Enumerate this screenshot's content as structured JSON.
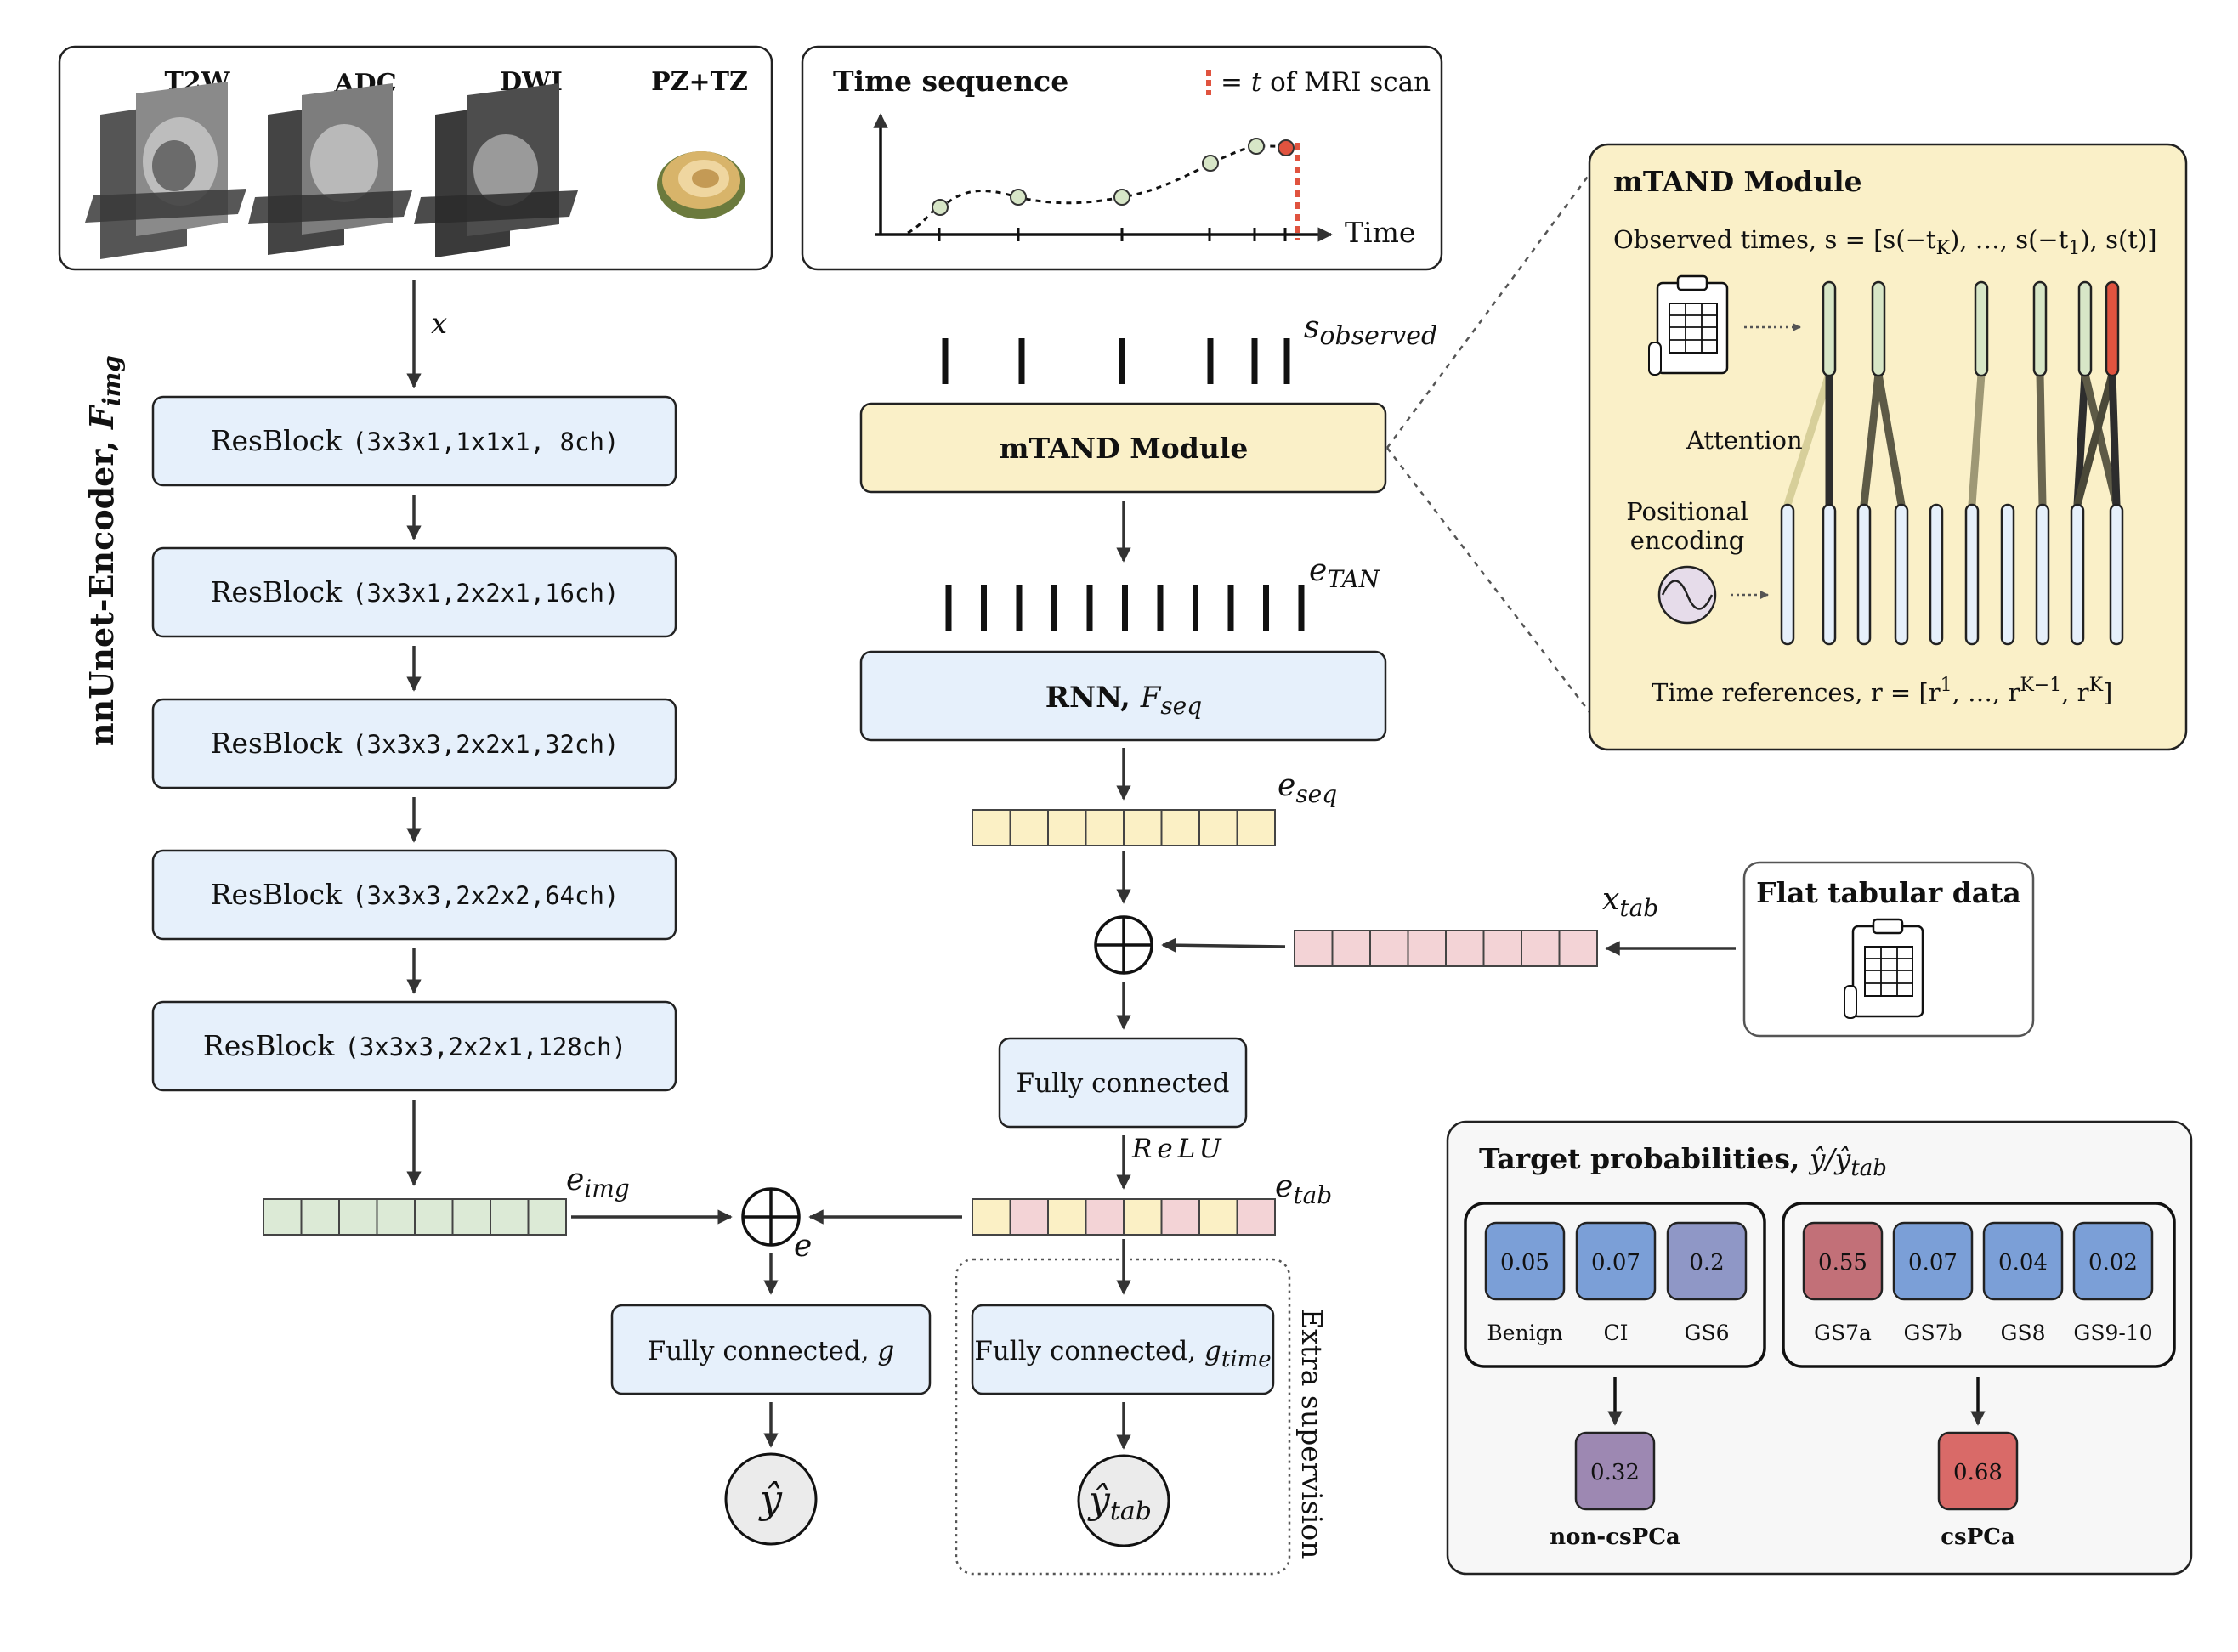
{
  "modalities": {
    "items": [
      "T2W",
      "ADC",
      "DWI",
      "PZ+TZ"
    ]
  },
  "time_panel": {
    "title": "Time sequence",
    "legend_eq": "= ",
    "legend_t": "t",
    "legend_rest": " of MRI scan",
    "axis_label": "Time"
  },
  "encoder": {
    "label": "nnUnet-Encoder, ",
    "label_f": "F",
    "label_sub": "img",
    "input_var": "x",
    "blocks": [
      {
        "name": "ResBlock",
        "params": "(3x3x1,1x1x1, 8ch)"
      },
      {
        "name": "ResBlock",
        "params": "(3x3x1,2x2x1,16ch)"
      },
      {
        "name": "ResBlock",
        "params": "(3x3x3,2x2x1,32ch)"
      },
      {
        "name": "ResBlock",
        "params": "(3x3x3,2x2x2,64ch)"
      },
      {
        "name": "ResBlock",
        "params": "(3x3x3,2x2x1,128ch)"
      }
    ],
    "emb_main": "e",
    "emb_sub": "img"
  },
  "temporal": {
    "s_main": "s",
    "s_sub": "observed",
    "mtand_label": "mTAND Module",
    "etan_main": "e",
    "etan_sub": "TAN",
    "rnn_label": "RNN, ",
    "rnn_f": "F",
    "rnn_sub": "seq",
    "eseq_main": "e",
    "eseq_sub": "seq",
    "fc_label": "Fully connected",
    "relu": "ReLU",
    "etab_main": "e",
    "etab_sub": "tab",
    "xtab_main": "x",
    "xtab_sub": "tab",
    "flat_tab_label": "Flat tabular data"
  },
  "heads": {
    "e_label": "e",
    "fc_g_label": "Fully connected, ",
    "fc_g_var": "g",
    "fc_gtime_label": "Fully connected, ",
    "fc_gtime_var": "g",
    "fc_gtime_sub": "time",
    "yhat": "ŷ",
    "yhat_tab_main": "ŷ",
    "yhat_tab_sub": "tab",
    "extra_supervision": "Extra supervision"
  },
  "mtand_detail": {
    "title": "mTAND Module",
    "observed_times": "Observed times, s = [s(−t",
    "observed_K": "K",
    "observed_mid": "), …, s(−t",
    "observed_1": "1",
    "observed_end": "), s(t)]",
    "attention": "Attention",
    "pos_enc_line1": "Positional",
    "pos_enc_line2": "encoding",
    "time_refs": "Time references, r = [r",
    "time_refs_1": "1",
    "time_refs_mid": ", …, r",
    "time_refs_km1": "K−1",
    "time_refs_comma": ", r",
    "time_refs_K": "K",
    "time_refs_end": "]"
  },
  "target": {
    "title": "Target probabilities, ",
    "title_math": "ŷ/ŷ",
    "title_sub": "tab",
    "left_group": [
      {
        "value": "0.05",
        "label": "Benign",
        "color": "#7b9fd7"
      },
      {
        "value": "0.07",
        "label": "CI",
        "color": "#7b9fd7"
      },
      {
        "value": "0.2",
        "label": "GS6",
        "color": "#8f97c6"
      }
    ],
    "right_group": [
      {
        "value": "0.55",
        "label": "GS7a",
        "color": "#c27078"
      },
      {
        "value": "0.07",
        "label": "GS7b",
        "color": "#7b9fd7"
      },
      {
        "value": "0.04",
        "label": "GS8",
        "color": "#7b9fd7"
      },
      {
        "value": "0.02",
        "label": "GS9-10",
        "color": "#7b9fd7"
      }
    ],
    "non_cspca": {
      "value": "0.32",
      "label": "non-csPCa",
      "color": "#9d88b2"
    },
    "cspca": {
      "value": "0.68",
      "label": "csPCa",
      "color": "#d96a68"
    }
  },
  "colors": {
    "block_fill": "#e6f0fb",
    "module_fill": "#faf0c8",
    "panel_fill": "#f7f7f7",
    "green_cell": "#dcead6",
    "yellow_cell": "#fbf0c5",
    "pink_cell": "#f3d3d6",
    "obs_red": "#e0533f"
  }
}
